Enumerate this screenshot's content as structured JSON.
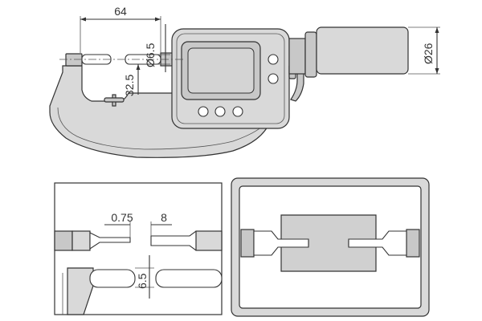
{
  "main_view": {
    "dim_length": "64",
    "dim_spindle_dia": "Ø6.5",
    "dim_throat": "32.5",
    "dim_thimble_dia": "Ø26"
  },
  "detail_left": {
    "dim_blade_thickness": "0.75",
    "dim_blade_width": "8",
    "dim_face_dia": "6.5"
  }
}
